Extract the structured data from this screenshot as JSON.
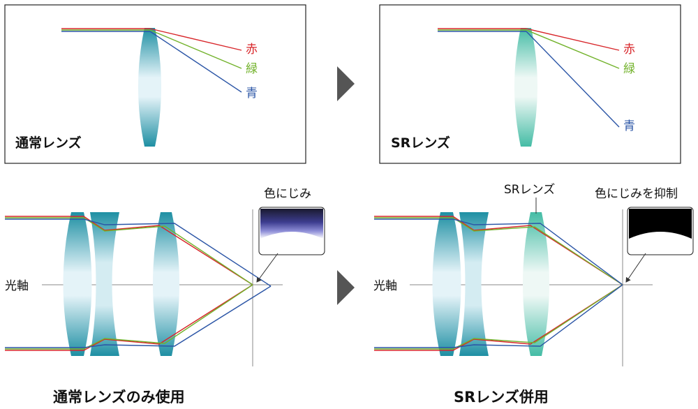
{
  "colors": {
    "red": "#d8262a",
    "green": "#72b22b",
    "blue": "#2b55a6",
    "normal_lens": "#1e8fa3",
    "sr_lens": "#44bca5",
    "axis": "#888888",
    "arrow": "#555555"
  },
  "top_left": {
    "title": "通常レンズ",
    "red_label": "赤",
    "green_label": "緑",
    "blue_label": "青"
  },
  "top_right": {
    "title": "SRレンズ",
    "red_label": "赤",
    "green_label": "緑",
    "blue_label": "青"
  },
  "bottom_left": {
    "axis_label": "光軸",
    "callout_label": "色にじみ",
    "caption": "通常レンズのみ使用"
  },
  "bottom_right": {
    "axis_label": "光軸",
    "lens_label": "SRレンズ",
    "callout_label": "色にじみを抑制",
    "caption": "SRレンズ併用"
  }
}
